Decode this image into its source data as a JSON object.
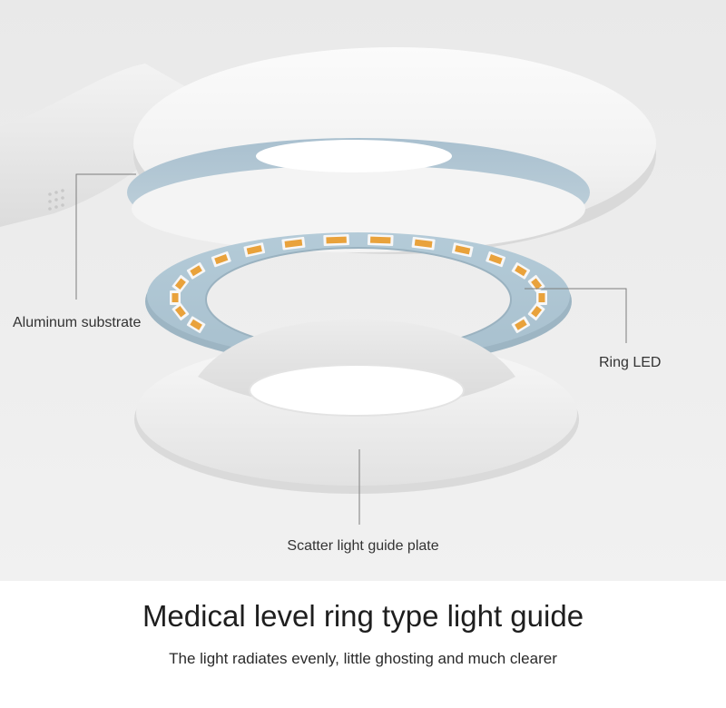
{
  "diagram": {
    "labels": {
      "aluminum_substrate": "Aluminum substrate",
      "ring_led": "Ring LED",
      "scatter_plate": "Scatter light guide plate"
    }
  },
  "footer": {
    "title": "Medical level ring type light guide",
    "subtitle": "The light radiates evenly, little ghosting and much clearer"
  },
  "colors": {
    "background": "#efefef",
    "lamp_shell": "#f7f7f7",
    "substrate_blue": "#b6ccd8",
    "led_chip": "#e9a23b",
    "leader_line": "#7d7d7d",
    "footer_background": "#ffffff"
  }
}
